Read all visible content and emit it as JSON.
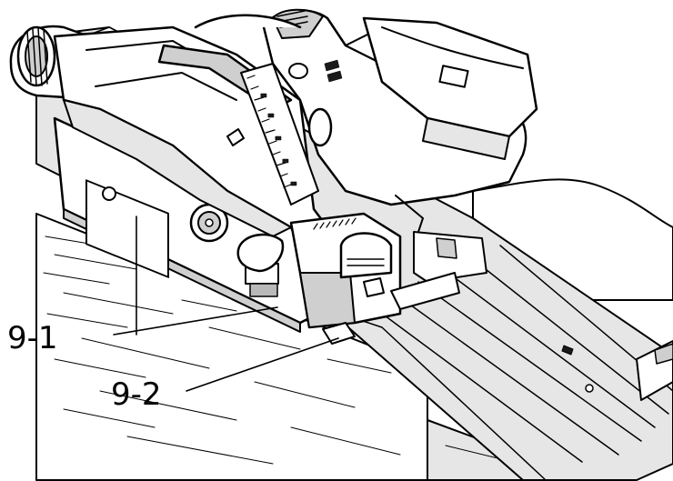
{
  "labels": {
    "label_1": "9-1",
    "label_2": "9-2"
  },
  "icons": {
    "saw": "plunge-saw-illustration",
    "rail": "guide-rail-illustration",
    "workpiece": "wood-workpiece-illustration"
  },
  "colors": {
    "line": "#000000",
    "background": "#ffffff",
    "shade_light": "#e6e6e6",
    "shade_mid": "#cfcfcf"
  }
}
